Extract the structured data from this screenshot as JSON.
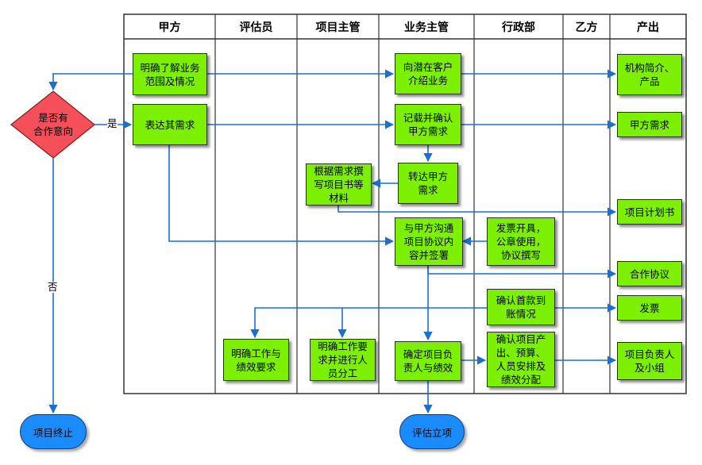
{
  "lanes": [
    {
      "id": "jiafang",
      "label": "甲方"
    },
    {
      "id": "pinguyuan",
      "label": "评估员"
    },
    {
      "id": "xiangmu",
      "label": "项目主管"
    },
    {
      "id": "yewu",
      "label": "业务主管"
    },
    {
      "id": "xingzheng",
      "label": "行政部"
    },
    {
      "id": "yifang",
      "label": "乙方"
    },
    {
      "id": "chanchu",
      "label": "产出"
    }
  ],
  "decision": {
    "label": "是否有\n合作意向",
    "yes_label": "是",
    "no_label": "否"
  },
  "nodes": {
    "mingque": "明确了解业务\n范围及情况",
    "biaoda": "表达其需求",
    "xiangqianzai": "向潜在客户\n介绍业务",
    "jizai": "记载并确认\n甲方需求",
    "zhuanda": "转达甲方\n需求",
    "genju": "根据需求撰\n写项目书等\n材料",
    "goutong": "与甲方沟通\n项目协议内\n容并签署",
    "fapiao_kaiju": "发票开具，\n公章使用，\n协议撰写",
    "queren_shoukuan": "确认首款到\n账情况",
    "mingque_gongzuo": "明确工作与\n绩效要求",
    "mingque_gongzuoyaoqiu": "明确工作要\n求并进行人\n员分工",
    "queding": "确定项目负\n责人与绩效",
    "queren_chanchu": "确认项目产\n出、预算、\n人员安排及\n绩效分配",
    "out_jigou": "机构简介、\n产品",
    "out_xuqiu": "甲方需求",
    "out_jihua": "项目计划书",
    "out_xieyi": "合作协议",
    "out_fapiao": "发票",
    "out_fuzeren": "项目负责人\n及小组"
  },
  "terminals": {
    "end": "项目终止",
    "start": "评估立项"
  },
  "colors": {
    "process_fill": "#7cf000",
    "decision_fill": "#f5505a",
    "terminal_fill": "#1a8cff",
    "arrow": "#1a6fd1",
    "lane_border": "#333333"
  }
}
